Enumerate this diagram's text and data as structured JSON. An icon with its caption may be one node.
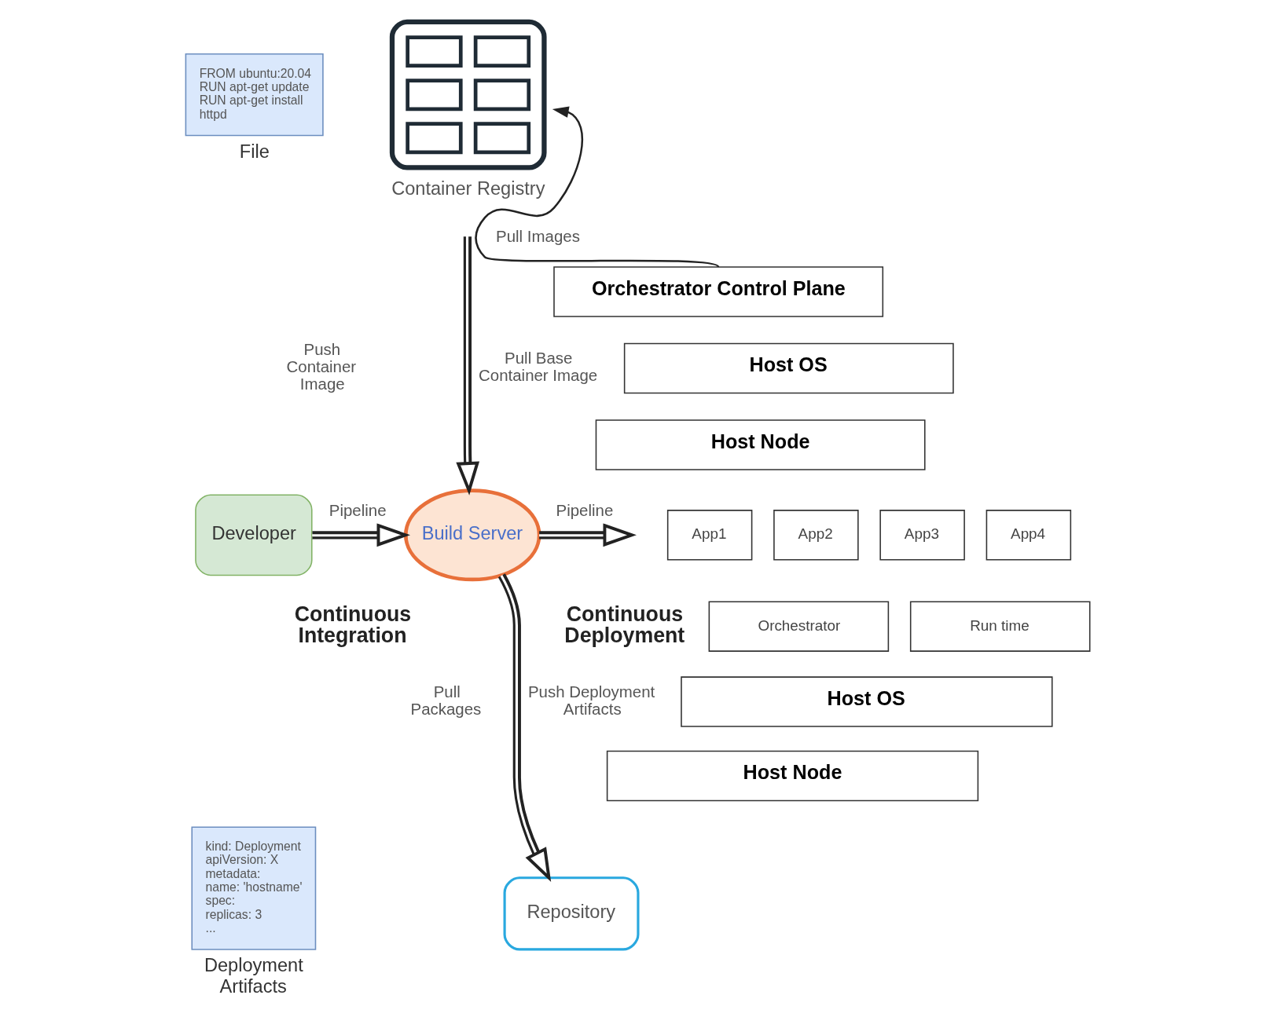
{
  "diagram": {
    "nodes": [
      {
        "text": [
          "Container Registry"
        ]
      },
      {
        "text": [
          "Orchestrator Control Plane"
        ]
      },
      {
        "text": [
          "Host OS"
        ]
      },
      {
        "text": [
          "Host Node"
        ]
      },
      {
        "text": [
          "FROM ubuntu:20.04",
          "RUN apt-get update",
          "RUN apt-get install httpd",
          "File"
        ]
      },
      {
        "text": [
          "Developer"
        ]
      },
      {
        "text": [
          "Build Server"
        ]
      },
      {
        "text": [
          "App1"
        ]
      },
      {
        "text": [
          "App2"
        ]
      },
      {
        "text": [
          "App3"
        ]
      },
      {
        "text": [
          "App4"
        ]
      },
      {
        "text": [
          "Orchestrator"
        ]
      },
      {
        "text": [
          "Run time"
        ]
      },
      {
        "text": [
          "Host OS"
        ]
      },
      {
        "text": [
          "Host Node"
        ]
      },
      {
        "text": [
          "kind: Deployment",
          "apiVersion: X",
          "metadata:",
          "name: 'hostname'",
          "spec:",
          "replicas: 3",
          "...",
          "Deployment Artifacts"
        ]
      },
      {
        "text": [
          "Repository"
        ]
      }
    ],
    "edges": [
      {
        "from": 0,
        "to": 6,
        "arrow": "both",
        "label": "Pull Base Container Image"
      },
      {
        "from": 1,
        "to": 0,
        "arrow": "to",
        "label": "Pull Images"
      },
      {
        "from": 5,
        "to": 6,
        "arrow": "to",
        "label": "Pipeline"
      },
      {
        "from": 6,
        "to": null,
        "arrow": "to",
        "label": "Pipeline"
      },
      {
        "from": 6,
        "to": 16,
        "arrow": "to",
        "label": "Push Deployment Artifacts"
      }
    ],
    "labels": [
      "Push Container Image",
      "Continuous Integration",
      "Continuous Deployment",
      "Pull Packages"
    ]
  }
}
